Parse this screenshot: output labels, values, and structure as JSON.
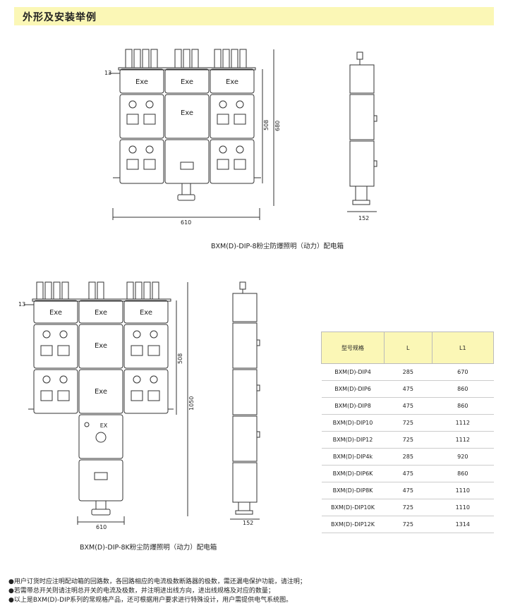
{
  "section_title": "外形及安装举例",
  "diagram1": {
    "caption": "BXM(D)-DIP-8粉尘防爆照明（动力）配电箱",
    "panel_label": "Exe",
    "dim_width": "610",
    "dim_height_inner": "508",
    "dim_height_outer": "680",
    "dim_side_width": "152",
    "dim_edge": "13"
  },
  "diagram2": {
    "caption": "BXM(D)-DIP-8K粉尘防爆照明（动力）配电箱",
    "panel_label": "Exe",
    "ex_label": "EX",
    "dim_width": "610",
    "dim_height_inner": "508",
    "dim_height_outer": "1050",
    "dim_side_width": "152",
    "dim_edge": "13"
  },
  "table": {
    "headers": [
      "型号规格",
      "L",
      "L1"
    ],
    "rows": [
      [
        "BXM(D)-DIP4",
        "285",
        "670"
      ],
      [
        "BXM(D)-DIP6",
        "475",
        "860"
      ],
      [
        "BXM(D)-DIP8",
        "475",
        "860"
      ],
      [
        "BXM(D)-DIP10",
        "725",
        "1112"
      ],
      [
        "BXM(D)-DIP12",
        "725",
        "1112"
      ],
      [
        "BXM(D)-DIP4k",
        "285",
        "920"
      ],
      [
        "BXM(D)-DIP6K",
        "475",
        "860"
      ],
      [
        "BXM(D)-DIP8K",
        "475",
        "1110"
      ],
      [
        "BXM(D)-DIP10K",
        "725",
        "1110"
      ],
      [
        "BXM(D)-DIP12K",
        "725",
        "1314"
      ]
    ]
  },
  "notes": [
    "●用户订货时应注明配动箱的回路数，各回路相应的电流极数断路器的极数，需还漏电保护功能，请注明；",
    "●若需带总开关则请注明总开关的电流及极数，并注明进出线方向，进出线规格及对应的数量；",
    "●以上是BXM(D)-DIP系列的常规格产品，还可根据用户要求进行特殊设计，用户需提供电气系统图。"
  ]
}
